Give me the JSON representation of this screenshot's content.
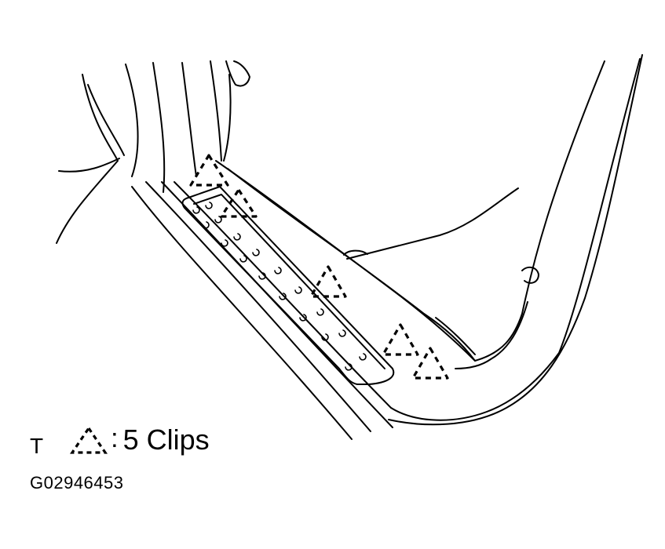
{
  "legend": {
    "prefix": "T",
    "colon": ":",
    "label": "5 Clips"
  },
  "figure_code": "G02946453",
  "icons": {
    "clip_marker": "dashed-triangle-clip-icon"
  },
  "colors": {
    "line": "#000000",
    "background": "#ffffff"
  }
}
